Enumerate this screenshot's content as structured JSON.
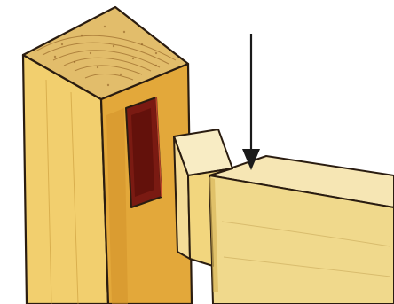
{
  "figure": {
    "subject": "mortise-and-tenon-joint",
    "colors": {
      "background": "#ffffff",
      "post_end_grain": "#e2bd6b",
      "post_front": "#f2cf6e",
      "post_side": "#e3a83a",
      "mortise": "#7a1a12",
      "rail_top": "#f6e6b4",
      "rail_face": "#f0d98c",
      "tenon_cheek": "#f4dc98",
      "outline": "#2a1c10"
    },
    "arrow": {
      "direction": "down",
      "meaning": "insert-tenon-into-mortise"
    }
  }
}
